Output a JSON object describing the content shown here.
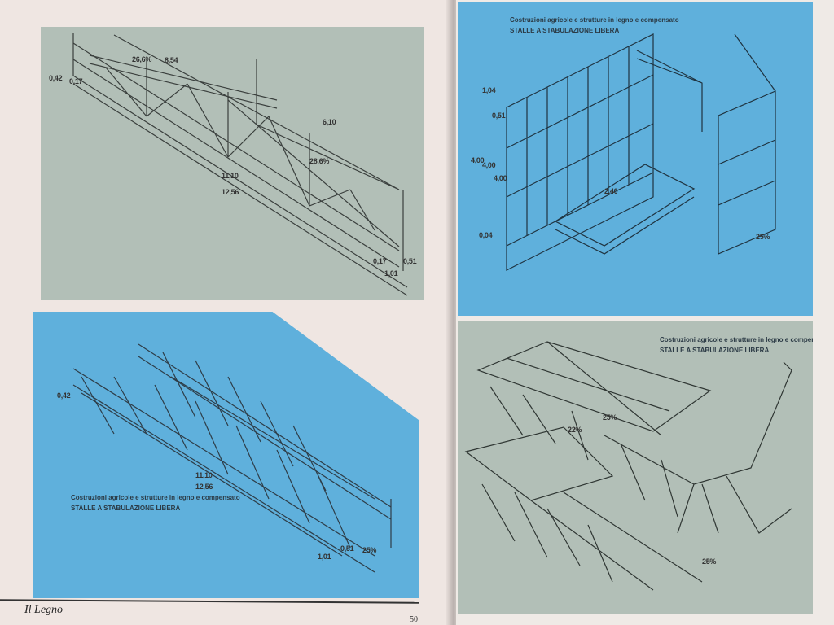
{
  "magazine": {
    "name": "Il Legno",
    "page_number": "50"
  },
  "caption": {
    "line1": "Costruzioni agricole e strutture in legno e compensato",
    "line2": "STALLE A STABULAZIONE LIBERA"
  },
  "truss_top": {
    "dimensions": [
      "26,6%",
      "8,54",
      "0,42",
      "0,17",
      "6,10",
      "28,6%",
      "11,10",
      "12,56",
      "0,17",
      "1,01",
      "0,51"
    ]
  },
  "truss_bottom": {
    "dimensions": [
      "0,42",
      "11,10",
      "12,56",
      "0,51",
      "1,01",
      "25%"
    ]
  },
  "stall_elevation": {
    "dimensions": [
      "1,04",
      "0,51",
      "4,00",
      "4,00",
      "4,00",
      "2,40",
      "0,04",
      "25%"
    ]
  },
  "stall_roof": {
    "dimensions": [
      "25%",
      "22%",
      "25%"
    ]
  },
  "colors": {
    "green_panel": "#b2bfb7",
    "blue_panel": "#5fb0dc",
    "paper": "#efe6e2"
  }
}
